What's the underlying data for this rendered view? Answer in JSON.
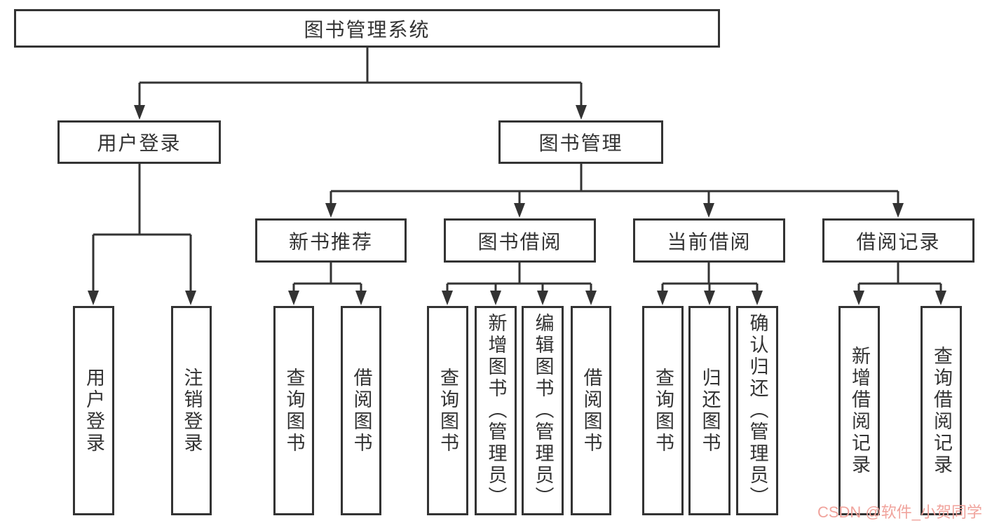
{
  "tree": {
    "root": {
      "label": "图书管理系统"
    },
    "login": {
      "label": "用户登录",
      "children": [
        {
          "label": "用户登录"
        },
        {
          "label": "注销登录"
        }
      ]
    },
    "mgmt": {
      "label": "图书管理",
      "groups": [
        {
          "label": "新书推荐",
          "children": [
            {
              "label": "查询图书"
            },
            {
              "label": "借阅图书"
            }
          ]
        },
        {
          "label": "图书借阅",
          "children": [
            {
              "label": "查询图书"
            },
            {
              "label": "新增图书（管理员）"
            },
            {
              "label": "编辑图书（管理员）"
            },
            {
              "label": "借阅图书"
            }
          ]
        },
        {
          "label": "当前借阅",
          "children": [
            {
              "label": "查询图书"
            },
            {
              "label": "归还图书"
            },
            {
              "label": "确认归还（管理员）"
            }
          ]
        },
        {
          "label": "借阅记录",
          "children": [
            {
              "label": "新增借阅记录"
            },
            {
              "label": "查询借阅记录"
            }
          ]
        }
      ]
    }
  },
  "watermark": {
    "text": "CSDN @软件_小贺同学",
    "color": "#f0a39c"
  },
  "colors": {
    "line": "#333333",
    "text": "#333333",
    "box_background": "#ffffff",
    "page_background": "#ffffff"
  }
}
